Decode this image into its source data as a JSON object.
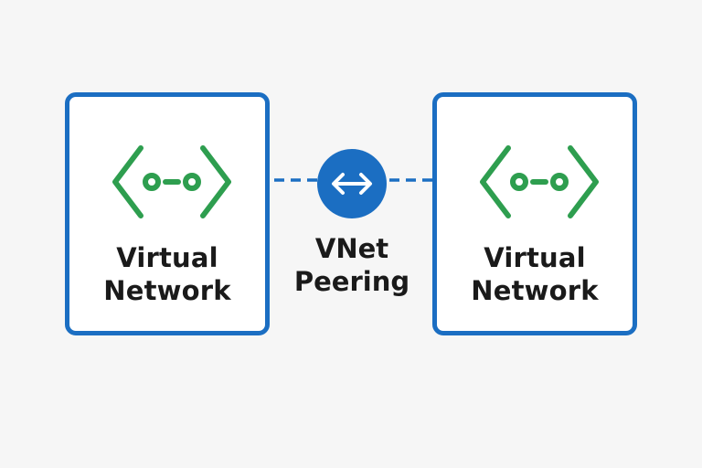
{
  "colors": {
    "background": "#f6f6f6",
    "box_border": "#1b6ec2",
    "icon_green": "#2e9e4f",
    "badge_fill": "#1b6ec2",
    "text": "#1a1a1a"
  },
  "left_vnet": {
    "icon": "virtual-network-icon",
    "label_line1": "Virtual",
    "label_line2": "Network"
  },
  "right_vnet": {
    "icon": "virtual-network-icon",
    "label_line1": "Virtual",
    "label_line2": "Network"
  },
  "peering": {
    "icon": "bidirectional-arrow-icon",
    "label_line1": "VNet",
    "label_line2": "Peering"
  }
}
